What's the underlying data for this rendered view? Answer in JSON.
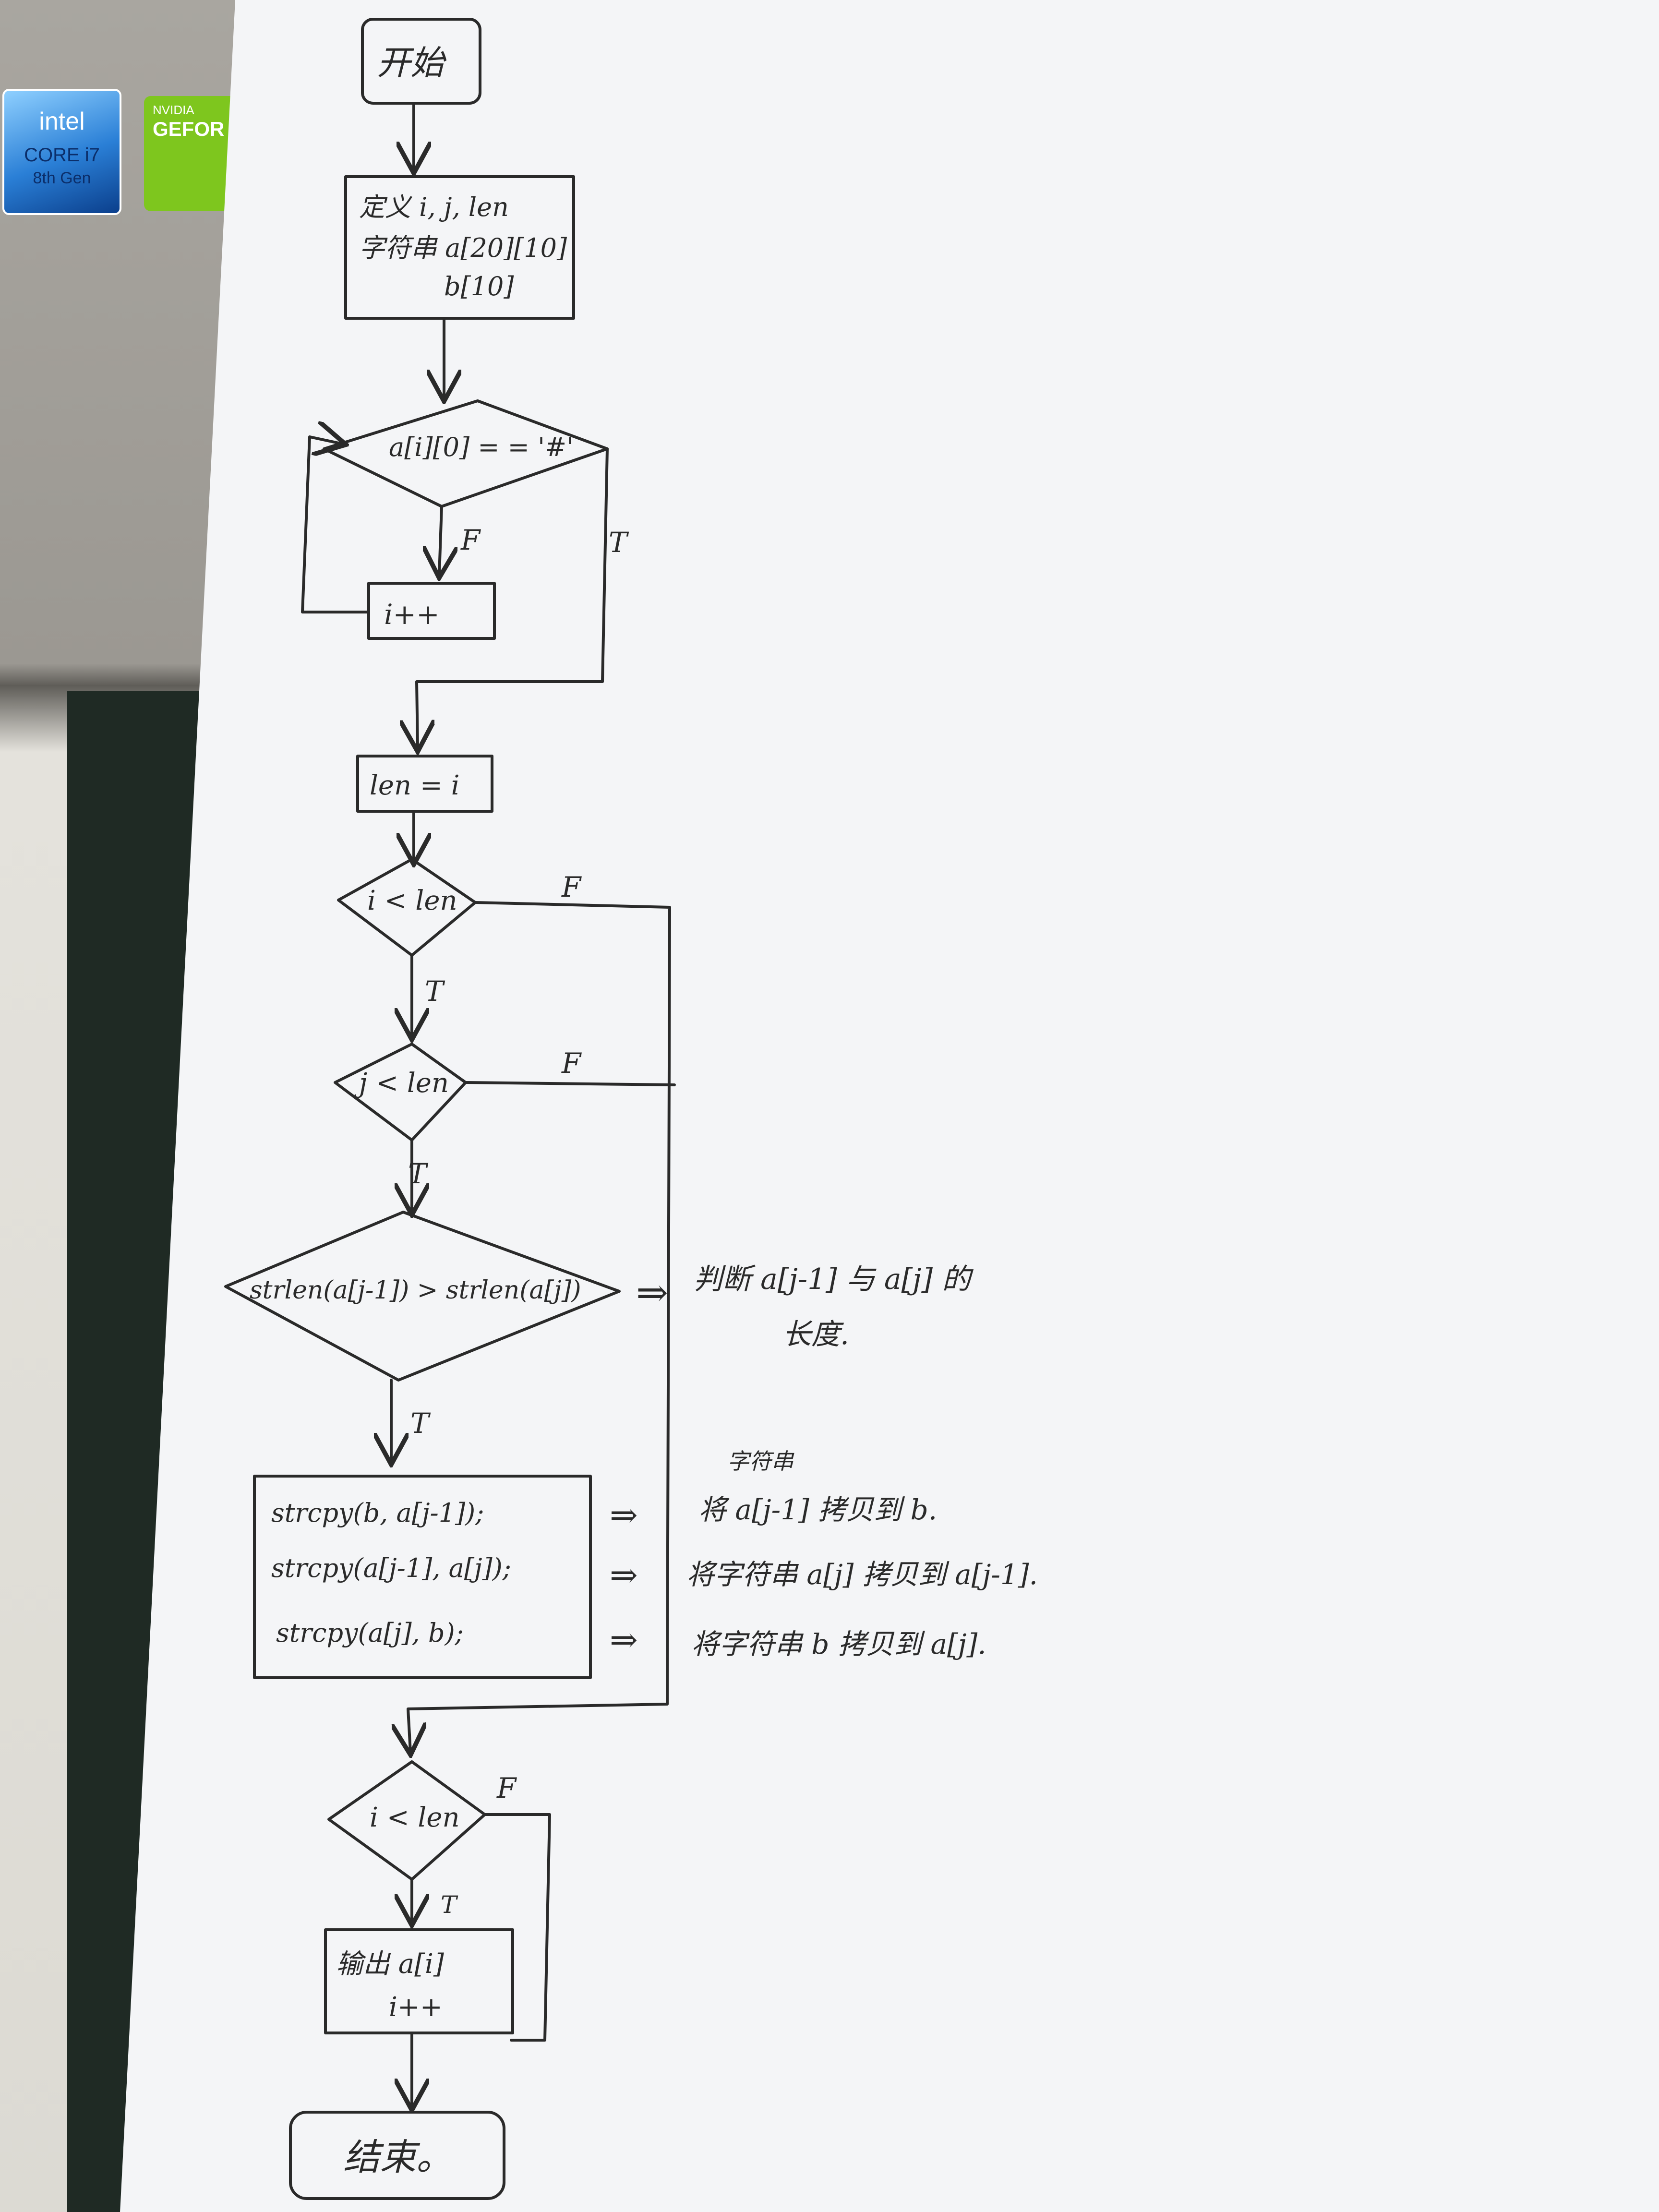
{
  "stickers": {
    "intel": {
      "brand": "intel",
      "model": "CORE i7",
      "gen": "8th Gen"
    },
    "nvidia": {
      "brand": "NVIDIA",
      "model": "GEFOR"
    }
  },
  "flowchart": {
    "start": "开始",
    "define_lines": [
      "定义 i, j, len",
      "字符串 a[20][10]",
      "b[10]"
    ],
    "loop1_cond": "a[i][0] = = '#'",
    "loop1_body": "i++",
    "assign_len": "len = i",
    "outer_cond": "i < len",
    "inner_cond": "j < len",
    "compare_cond": "strlen(a[j-1]) > strlen(a[j])",
    "swap_lines": [
      "strcpy(b, a[j-1]);",
      "strcpy(a[j-1], a[j]);",
      "strcpy(a[j], b);"
    ],
    "output_cond": "i < len",
    "output_lines": [
      "输出 a[i]",
      "i++"
    ],
    "end": "结束。",
    "true_label": "T",
    "false_label": "F"
  },
  "annotations": {
    "arrow": "⇒",
    "compare_note": [
      "判断 a[j-1] 与 a[j] 的",
      "长度."
    ],
    "swap_insert": "字符串",
    "swap_notes": [
      "将 a[j-1] 拷贝到 b.",
      "将字符串 a[j] 拷贝到 a[j-1].",
      "将字符串 b 拷贝到 a[j]."
    ]
  }
}
